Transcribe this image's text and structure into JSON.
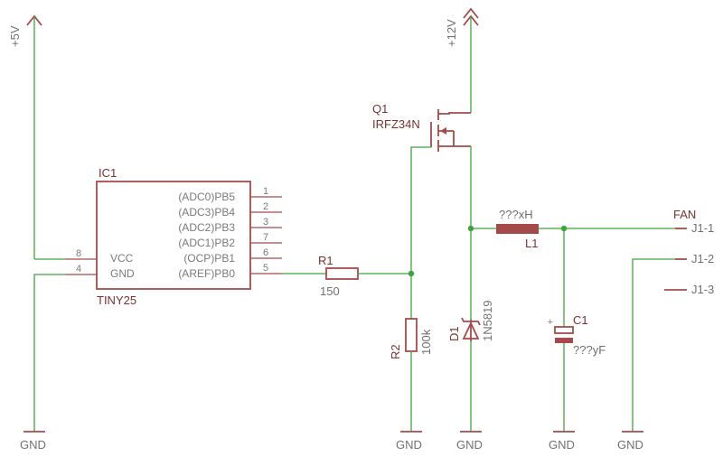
{
  "supply": {
    "v5": "+5V",
    "v12": "+12V"
  },
  "ground_label": "GND",
  "ic1": {
    "name": "IC1",
    "value": "TINY25",
    "pins_right": [
      {
        "num": "1",
        "label": "(ADC0)PB5"
      },
      {
        "num": "2",
        "label": "(ADC3)PB4"
      },
      {
        "num": "3",
        "label": "(ADC2)PB3"
      },
      {
        "num": "7",
        "label": "(ADC1)PB2"
      },
      {
        "num": "6",
        "label": "(OCP)PB1"
      },
      {
        "num": "5",
        "label": "(AREF)PB0"
      }
    ],
    "pins_left": [
      {
        "num": "8",
        "label": "VCC"
      },
      {
        "num": "4",
        "label": "GND"
      }
    ]
  },
  "r1": {
    "name": "R1",
    "value": "150"
  },
  "r2": {
    "name": "R2",
    "value": "100k"
  },
  "q1": {
    "name": "Q1",
    "value": "IRFZ34N"
  },
  "d1": {
    "name": "D1",
    "value": "1N5819"
  },
  "l1": {
    "name": "L1",
    "value": "???xH"
  },
  "c1": {
    "name": "C1",
    "value": "???yF",
    "polarity": "+"
  },
  "fan": {
    "name": "FAN",
    "pins": [
      "J1-1",
      "J1-2",
      "J1-3"
    ]
  },
  "colors": {
    "wire": "#3fa33f",
    "part": "#a54a4a",
    "value_text": "#707070"
  }
}
